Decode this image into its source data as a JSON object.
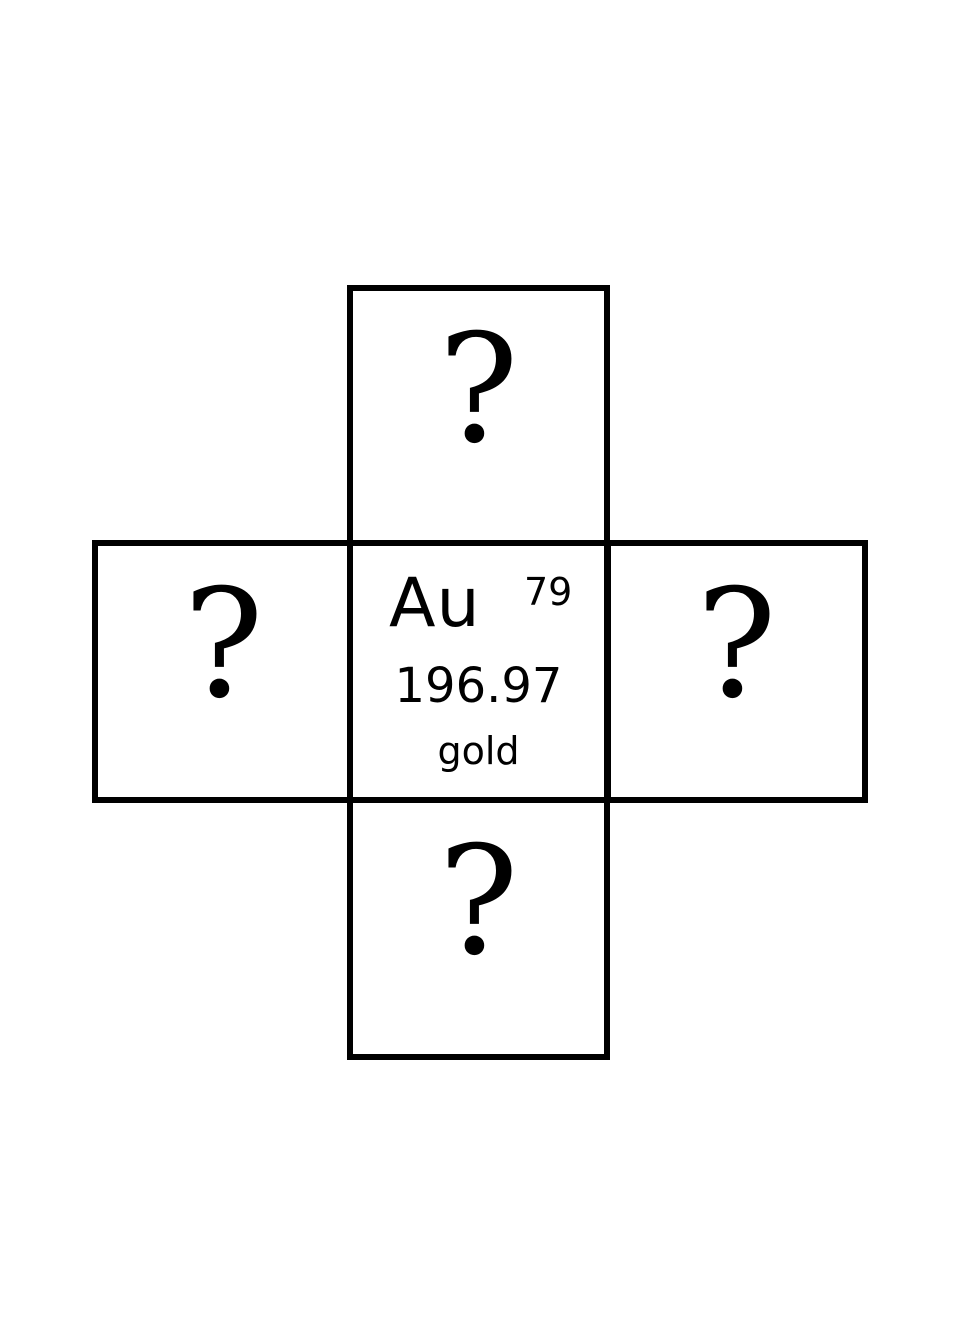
{
  "element": {
    "symbol": "Au",
    "atomic_number": "79",
    "atomic_mass": "196.97",
    "name": "gold"
  },
  "unknowns": {
    "top": "?",
    "left": "?",
    "right": "?",
    "bottom": "?"
  }
}
